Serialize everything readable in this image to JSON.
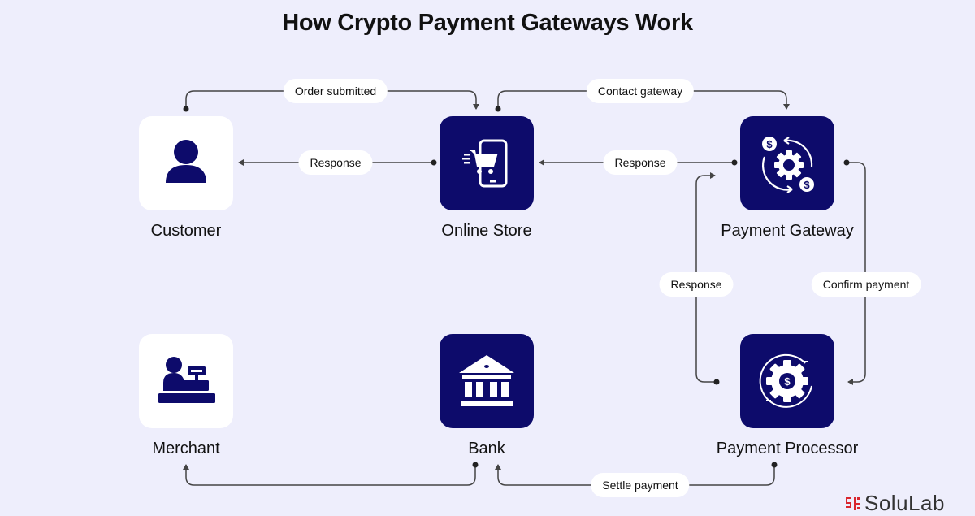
{
  "title": "How Crypto Payment Gateways Work",
  "nodes": {
    "customer": {
      "label": "Customer",
      "icon": "person-icon"
    },
    "online_store": {
      "label": "Online Store",
      "icon": "mobile-shopping-cart-icon"
    },
    "payment_gateway": {
      "label": "Payment Gateway",
      "icon": "gear-dollar-exchange-icon"
    },
    "merchant": {
      "label": "Merchant",
      "icon": "cashier-register-icon"
    },
    "bank": {
      "label": "Bank",
      "icon": "bank-building-icon"
    },
    "payment_processor": {
      "label": "Payment Processor",
      "icon": "gear-dollar-cycle-icon"
    }
  },
  "edges": {
    "order_submitted": "Order submitted",
    "contact_gateway": "Contact gateway",
    "response_store_customer": "Response",
    "response_gateway_store": "Response",
    "response_processor_gateway": "Response",
    "confirm_payment": "Confirm payment",
    "settle_payment": "Settle payment"
  },
  "colors": {
    "background": "#eeeefc",
    "node_dark": "#0d0b6b",
    "node_light": "#ffffff",
    "connector": "#444444",
    "logo_red": "#d9262e"
  },
  "logo": {
    "text": "SoluLab"
  }
}
